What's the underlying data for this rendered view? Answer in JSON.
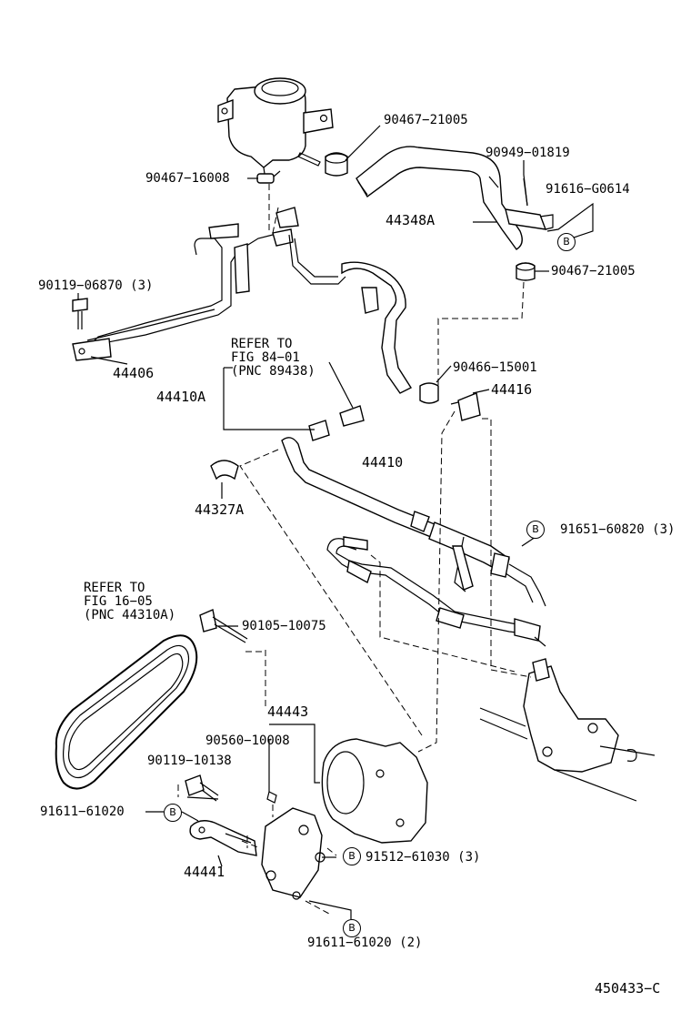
{
  "part_labels": {
    "p_90467_21005_top": "90467−21005",
    "p_90949_01819": "90949−01819",
    "p_90467_16008": "90467−16008",
    "p_91616_g0614": "91616−G0614",
    "p_44348a": "44348A",
    "p_90467_21005_mid": "90467−21005",
    "p_90119_06870": "90119−06870 (3)",
    "p_44406": "44406",
    "p_44410a": "44410A",
    "p_90466_15001": "90466−15001",
    "p_44416": "44416",
    "p_44410": "44410",
    "p_44327a": "44327A",
    "p_91651_60820": "91651−60820 (3)",
    "p_90105_10075": "90105−10075",
    "p_44443": "44443",
    "p_90560_10008": "90560−10008",
    "p_90119_10138": "90119−10138",
    "p_91611_61020_left": "91611−61020",
    "p_91512_61030": "91512−61030 (3)",
    "p_44441": "44441",
    "p_91611_61020_bottom": "91611−61020 (2)"
  },
  "refer_notes": {
    "fig84": {
      "line1": "REFER TO",
      "line2": "FIG 84−01",
      "line3": "(PNC 89438)"
    },
    "fig16": {
      "line1": "REFER TO",
      "line2": "FIG 16−05",
      "line3": "(PNC 44310A)"
    }
  },
  "callout_symbol": "B",
  "diagram_id": "450433−C"
}
